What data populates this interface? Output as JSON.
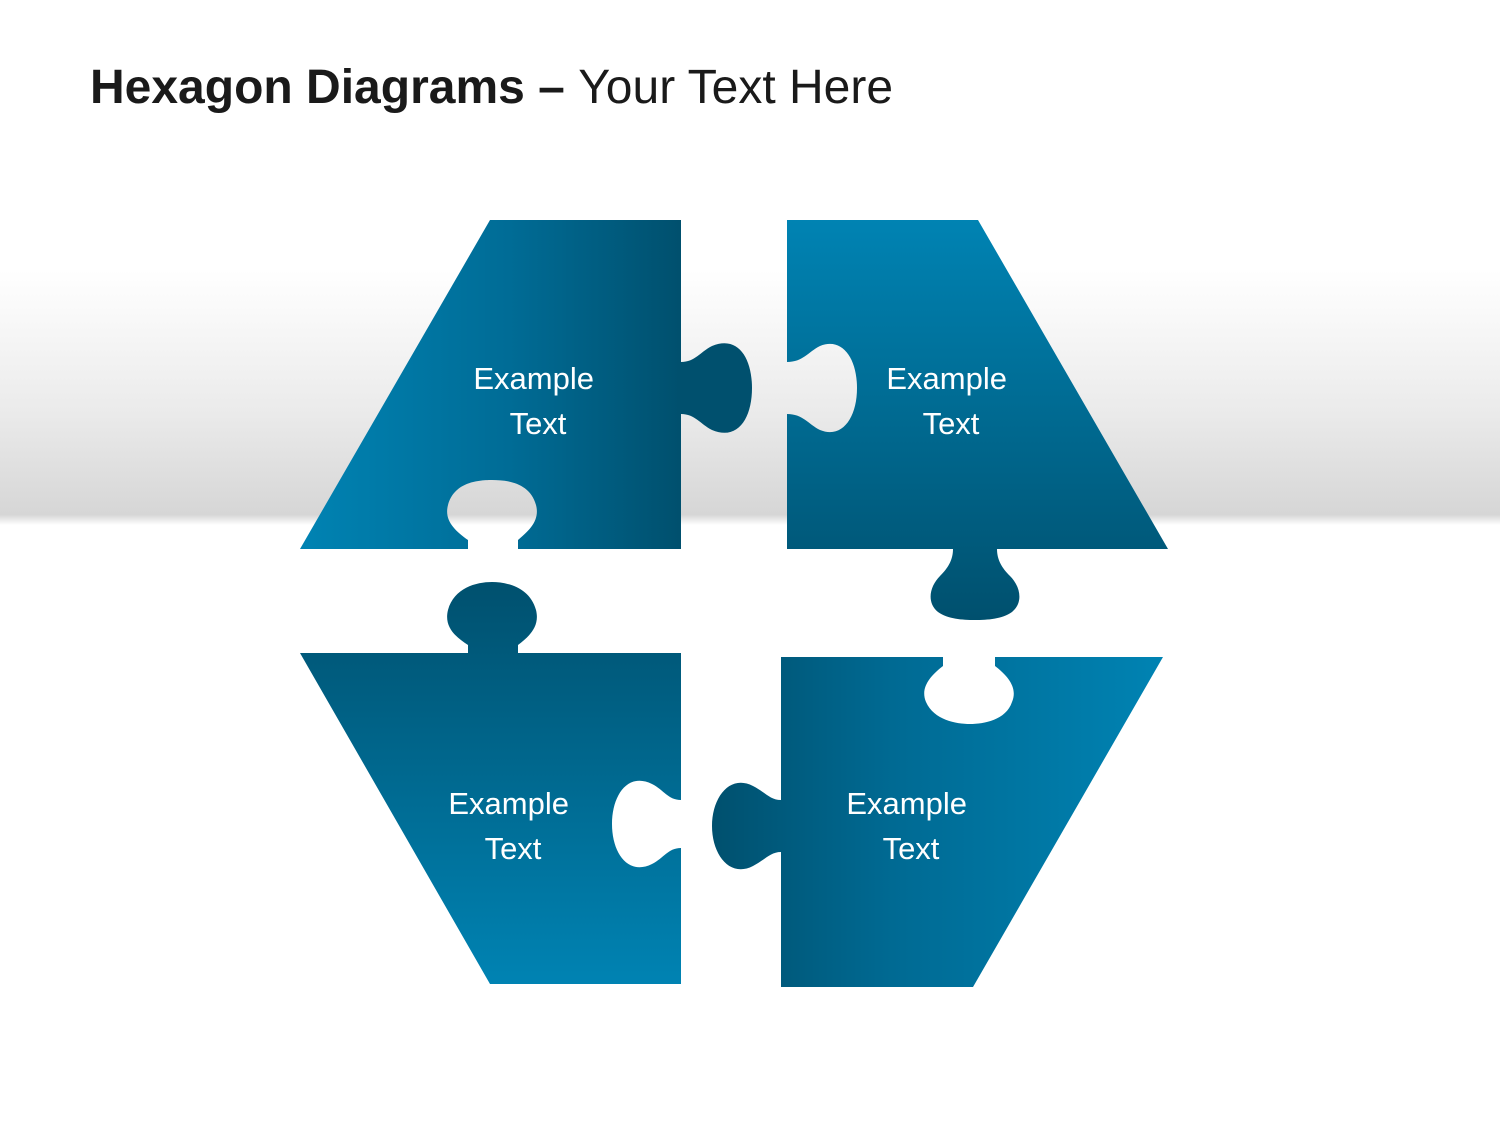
{
  "title": {
    "bold": "Hexagon Diagrams",
    "dash": " – ",
    "light": "Your Text Here"
  },
  "pieces": [
    {
      "id": "top-left",
      "line1": "Example",
      "line2": "Text"
    },
    {
      "id": "top-right",
      "line1": "Example",
      "line2": "Text"
    },
    {
      "id": "bottom-left",
      "line1": "Example",
      "line2": "Text"
    },
    {
      "id": "bottom-right",
      "line1": "Example",
      "line2": "Text"
    }
  ],
  "colors": {
    "light": "#0083B3",
    "dark": "#00506E",
    "text": "#FFFFFF"
  }
}
